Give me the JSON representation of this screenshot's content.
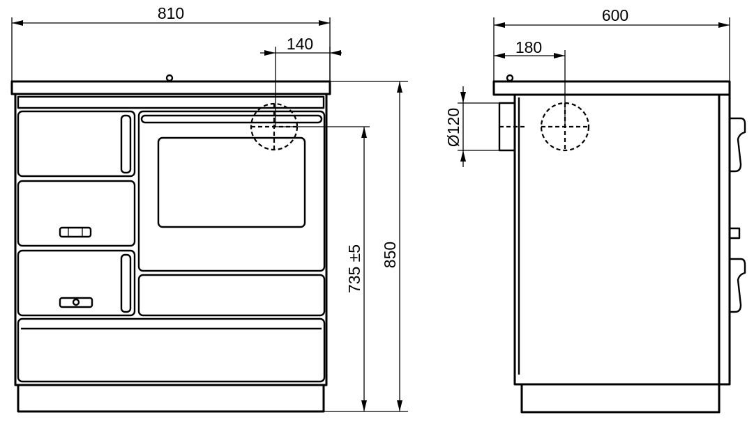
{
  "dimensions": {
    "total_width": "810",
    "flue_offset_front": "140",
    "depth": "600",
    "flue_offset_side": "180",
    "flue_diameter": "Ø120",
    "flue_height": "735 ±5",
    "total_height": "850"
  }
}
